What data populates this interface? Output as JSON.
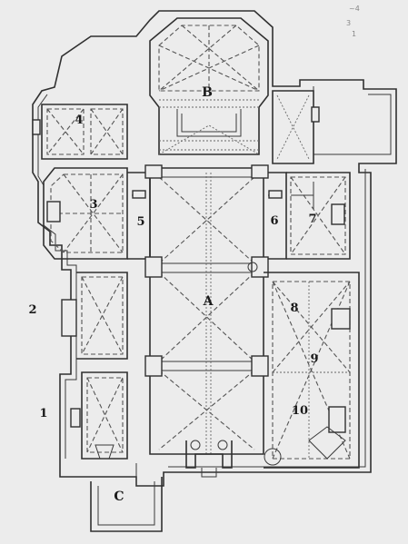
{
  "labels": {
    "A": "A",
    "B": "B",
    "C": "C",
    "n1": "1",
    "n2": "2",
    "n3": "3",
    "n4": "4",
    "n5": "5",
    "n6": "6",
    "n7": "7",
    "n8": "8",
    "n9": "9",
    "n10": "10"
  },
  "corner_marks": {
    "line1": "~4",
    "line2": "3",
    "line3": "1"
  },
  "colors": {
    "paper": "#ececec",
    "ink": "#303030"
  }
}
